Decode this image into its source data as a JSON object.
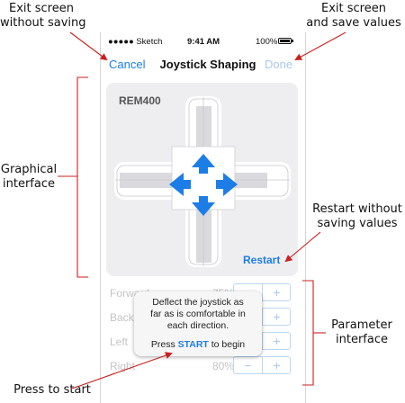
{
  "annotations": {
    "exit_without_saving": [
      "Exit screen",
      "without saving"
    ],
    "exit_and_save": [
      "Exit screen",
      "and save values"
    ],
    "graphical_interface": [
      "Graphical",
      "interface"
    ],
    "restart_without_saving": [
      "Restart without",
      "saving values"
    ],
    "parameter_interface": [
      "Parameter",
      "interface"
    ],
    "press_to_start": "Press to start"
  },
  "status_bar": {
    "carrier": "●●●●● Sketch",
    "time": "9:41 AM",
    "battery": "100%"
  },
  "nav": {
    "cancel_label": "Cancel",
    "title": "Joystick Shaping",
    "done_label": "Done"
  },
  "graphical": {
    "device_label": "REM400",
    "restart_label": "Restart"
  },
  "parameters": [
    {
      "name": "Forward",
      "value": "75%"
    },
    {
      "name": "Back",
      "value": ""
    },
    {
      "name": "Left",
      "value": ""
    },
    {
      "name": "Right",
      "value": "80%"
    }
  ],
  "stepper": {
    "minus": "−",
    "plus": "+"
  },
  "popup": {
    "message_lines": [
      "Deflect the joystick as",
      "far as is comfortable in",
      "each direction."
    ],
    "start_prefix": "Press ",
    "start_word": "START",
    "start_suffix": " to begin"
  },
  "colors": {
    "accent": "#1d7de6",
    "arrow": "#1d7de6",
    "annotation": "#cc1f1f"
  }
}
